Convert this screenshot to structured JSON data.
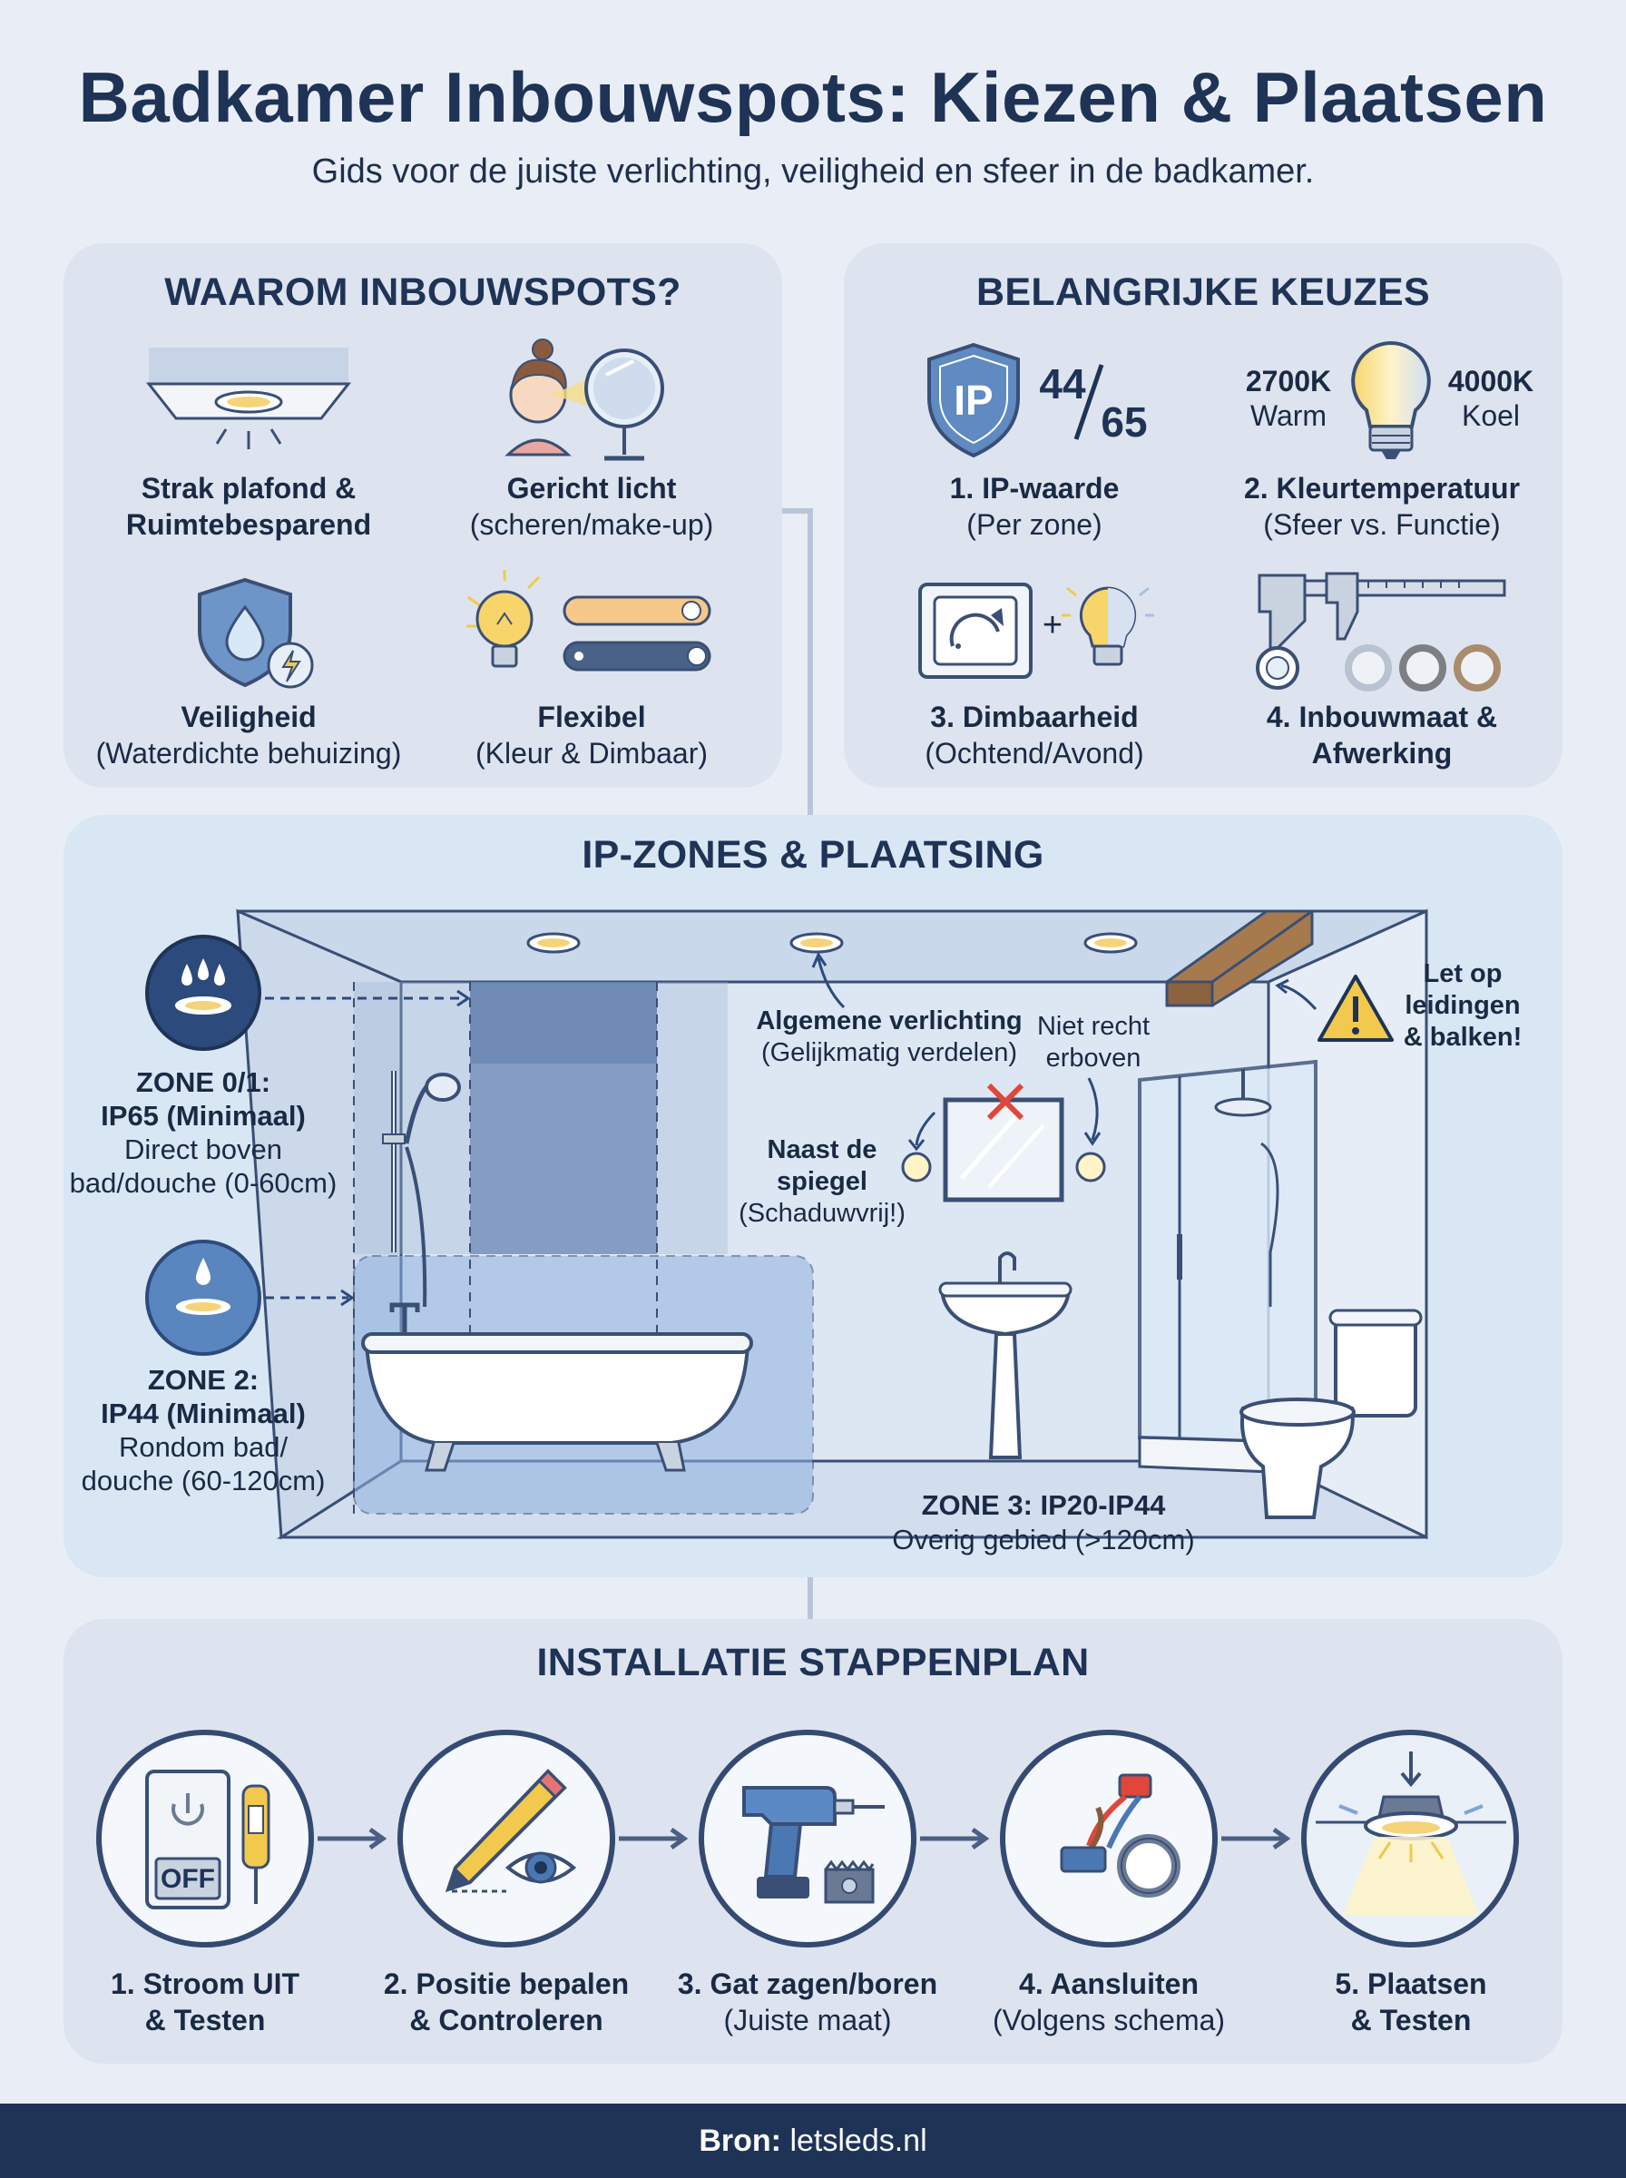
{
  "header": {
    "title": "Badkamer Inbouwspots: Kiezen & Plaatsen",
    "subtitle": "Gids voor de juiste verlichting, veiligheid en sfeer in de badkamer."
  },
  "why": {
    "title": "WAAROM INBOUWSPOTS?",
    "items": [
      {
        "bold": "Strak plafond &",
        "bold2": "Ruimtebesparend",
        "icon": "ceiling-spot-icon"
      },
      {
        "bold": "Gericht licht",
        "text": "(scheren/make-up)",
        "icon": "mirror-face-icon"
      },
      {
        "bold": "Veiligheid",
        "text": "(Waterdichte behuizing)",
        "icon": "water-shield-icon"
      },
      {
        "bold": "Flexibel",
        "text": "(Kleur & Dimbaar)",
        "icon": "bulb-sliders-icon"
      }
    ]
  },
  "choices": {
    "title": "BELANGRIJKE KEUZES",
    "ip_badge": "IP",
    "ip_top": "44",
    "ip_bottom": "65",
    "warm_temp": "2700K",
    "warm_label": "Warm",
    "cool_temp": "4000K",
    "cool_label": "Koel",
    "items": [
      {
        "bold": "1. IP-waarde",
        "text": "(Per zone)"
      },
      {
        "bold": "2. Kleurtemperatuur",
        "text": "(Sfeer vs. Functie)"
      },
      {
        "bold": "3. Dimbaarheid",
        "text": "(Ochtend/Avond)"
      },
      {
        "bold": "4. Inbouwmaat &",
        "bold2": "Afwerking"
      }
    ],
    "plus": "+"
  },
  "zones": {
    "title": "IP-ZONES & PLAATSING",
    "zone01": {
      "title": "ZONE 0/1:",
      "rating": "IP65 (Minimaal)",
      "desc1": "Direct boven",
      "desc2": "bad/douche (0-60cm)"
    },
    "zone2": {
      "title": "ZONE 2:",
      "rating": "IP44 (Minimaal)",
      "desc1": "Rondom bad/",
      "desc2": "douche (60-120cm)"
    },
    "zone3": {
      "title": "ZONE 3: IP20-IP44",
      "desc": "Overig gebied (>120cm)"
    },
    "general": {
      "bold": "Algemene verlichting",
      "text": "(Gelijkmatig verdelen)"
    },
    "not_above": {
      "line1": "Niet recht",
      "line2": "erboven"
    },
    "mirror": {
      "line1": "Naast de",
      "line2": "spiegel",
      "line3": "(Schaduwvrij!)"
    },
    "warning": {
      "line1": "Let op",
      "line2": "leidingen",
      "line3": "& balken!"
    }
  },
  "steps": {
    "title": "INSTALLATIE STAPPENPLAN",
    "off_label": "OFF",
    "items": [
      {
        "bold": "1. Stroom UIT",
        "bold2": "& Testen",
        "icon": "power-off-tester-icon"
      },
      {
        "bold": "2. Positie bepalen",
        "bold2": "& Controleren",
        "icon": "pencil-eye-icon"
      },
      {
        "bold": "3. Gat zagen/boren",
        "text": "(Juiste maat)",
        "icon": "drill-holesaw-icon"
      },
      {
        "bold": "4. Aansluiten",
        "text": "(Volgens schema)",
        "icon": "connector-icon"
      },
      {
        "bold": "5. Plaatsen",
        "bold2": "& Testen",
        "icon": "installed-spot-icon"
      }
    ]
  },
  "footer": {
    "source_label": "Bron:",
    "source": "letsleds.nl"
  },
  "colors": {
    "navy": "#1e3356",
    "accent_blue": "#4a78b3",
    "warm": "#f2c94c",
    "panel": "#dde4ef"
  }
}
